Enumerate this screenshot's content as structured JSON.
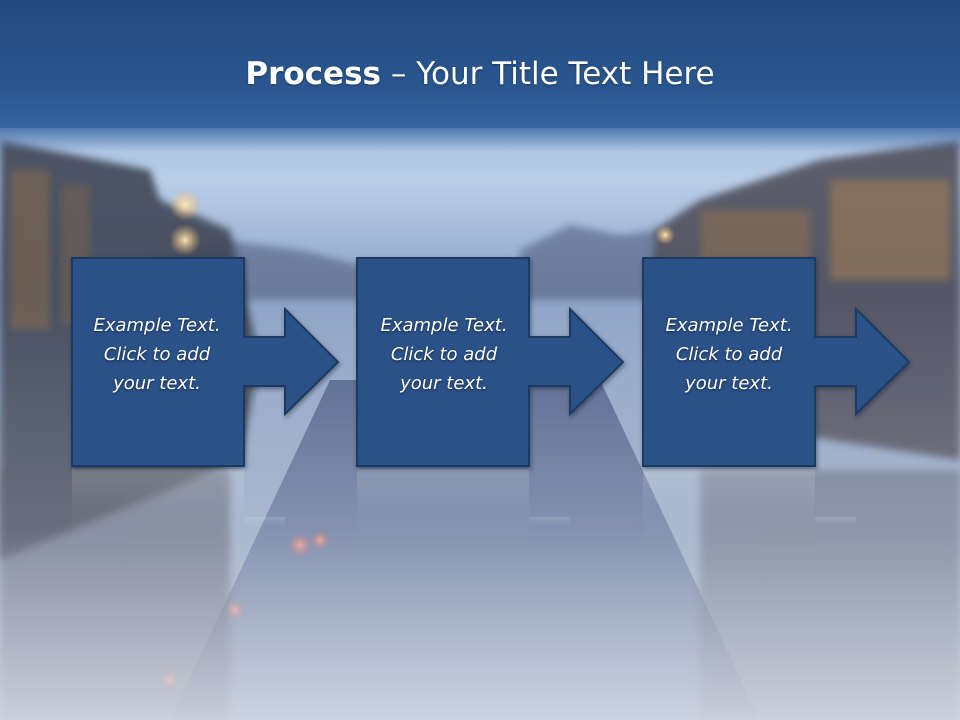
{
  "title": {
    "bold": "Process",
    "rest": " – Your Title Text Here"
  },
  "steps": [
    {
      "lines": [
        "Example Text.",
        "Click  to add",
        "your text."
      ]
    },
    {
      "lines": [
        "Example Text.",
        "Click  to add",
        "your text."
      ]
    },
    {
      "lines": [
        "Example Text.",
        "Click  to add",
        "your text."
      ]
    }
  ],
  "colors": {
    "title_bar": "#2a5790",
    "box_fill": "#2b5188",
    "box_stroke": "#1f3a64",
    "title_text": "#ffffff"
  }
}
